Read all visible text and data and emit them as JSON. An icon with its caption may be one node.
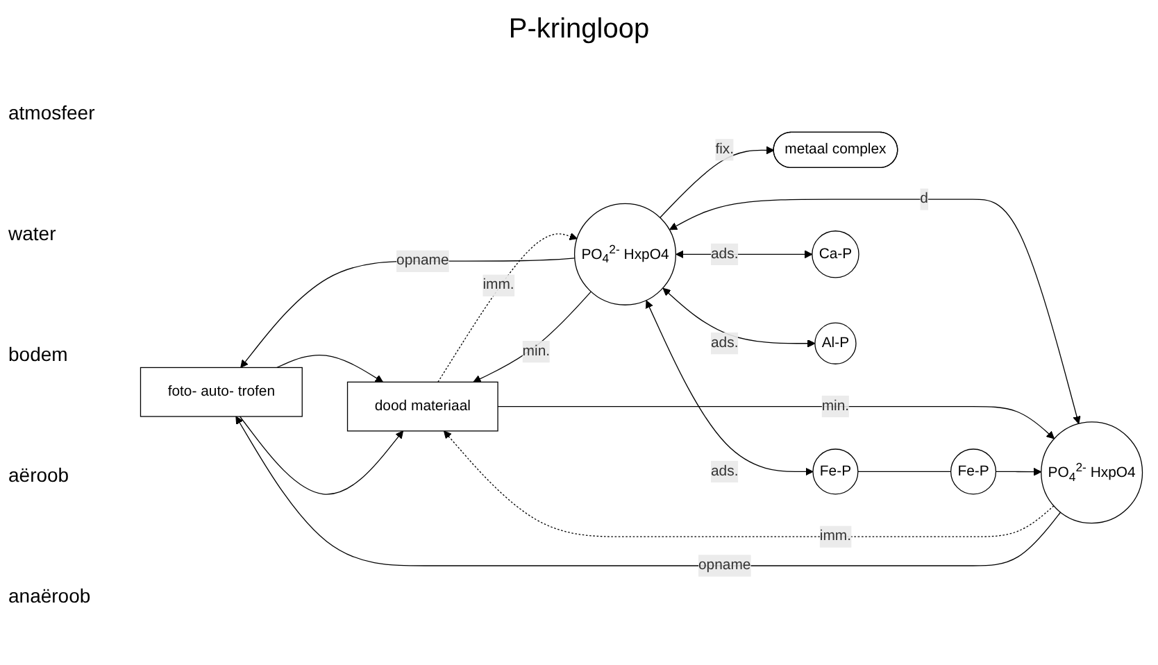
{
  "diagram": {
    "title": "P-kringloop",
    "nodes": [
      {
        "text": [
          "foto- auto- trofen"
        ]
      },
      {
        "text": [
          "metaal complex"
        ]
      },
      {
        "text": [
          "PO$_{4}$$^{2-}$ HxpO4"
        ]
      },
      {
        "text": [
          "Fe-P"
        ]
      },
      {
        "text": [
          "dood materiaal"
        ]
      },
      {
        "text": [
          "Ca-P"
        ]
      },
      {
        "text": [
          "Al-P"
        ]
      },
      {
        "text": [
          "PO$_{4}$$^{2-}$ HxpO4"
        ]
      },
      {
        "text": [
          "Fe-P"
        ]
      }
    ],
    "edges": [
      {
        "from": 2,
        "to": 0,
        "arrow": "to",
        "label": "opname"
      },
      {
        "from": 2,
        "to": 1,
        "arrow": "to",
        "label": "fix."
      },
      {
        "from": 2,
        "to": 4,
        "arrow": "to",
        "label": "min."
      },
      {
        "from": 4,
        "to": 2,
        "arrow": "to",
        "label": "imm.",
        "style": "dashed"
      },
      {
        "from": 2,
        "to": 3,
        "arrow": "both",
        "label": "ads."
      },
      {
        "from": 2,
        "to": 5,
        "arrow": "both",
        "label": "ads."
      },
      {
        "from": 2,
        "to": 6,
        "arrow": "both",
        "label": "ads."
      },
      {
        "from": 2,
        "to": 7,
        "arrow": "both",
        "label": "d"
      },
      {
        "from": 0,
        "to": 4,
        "arrow": "to"
      },
      {
        "from": 0,
        "to": 4,
        "arrow": "to"
      },
      {
        "from": 4,
        "to": 7,
        "arrow": "to",
        "label": "min."
      },
      {
        "from": 7,
        "to": 4,
        "arrow": "to",
        "label": "imm.",
        "style": "dashed"
      },
      {
        "from": 8,
        "to": 7,
        "arrow": "to"
      },
      {
        "from": 3,
        "to": 8,
        "arrow": "none"
      },
      {
        "from": 7,
        "to": 0,
        "arrow": "to",
        "label": "opname"
      }
    ],
    "labels": [
      "atmosfeer",
      "water",
      "bodem",
      "aëroob",
      "anaëroob"
    ]
  }
}
